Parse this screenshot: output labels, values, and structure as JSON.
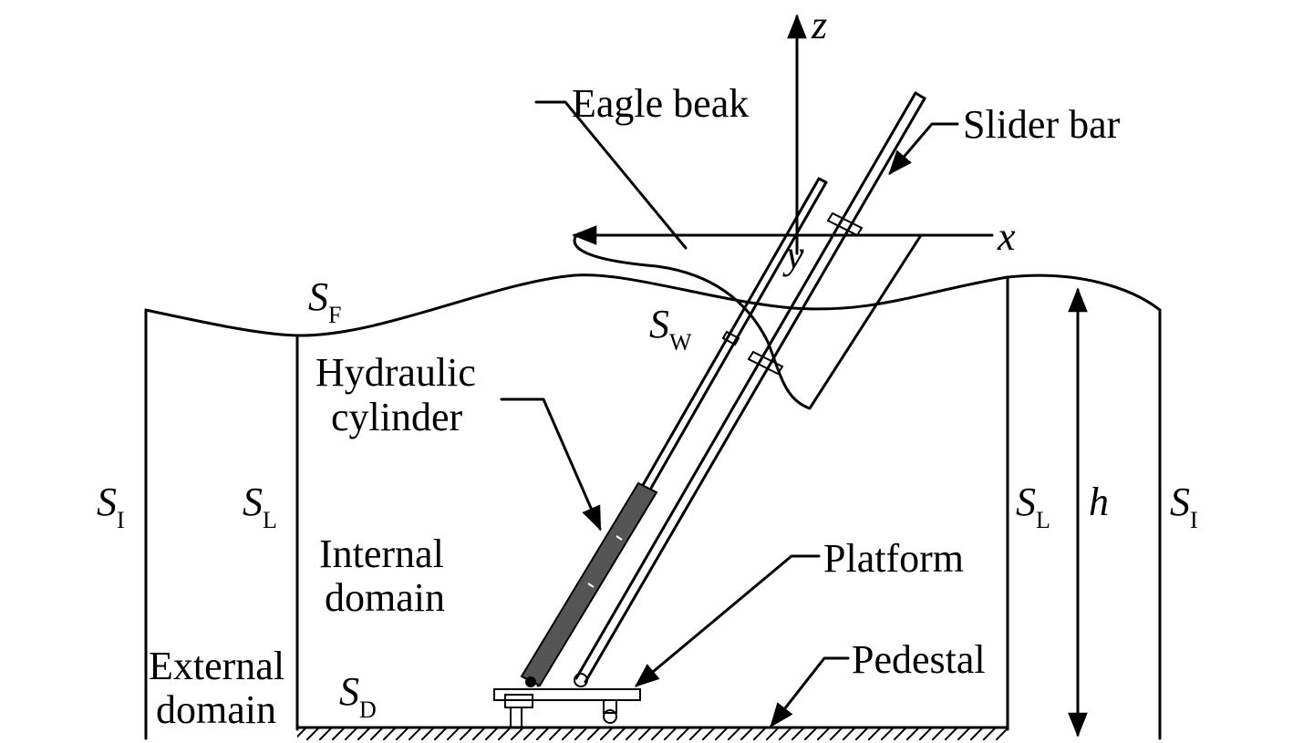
{
  "labels": {
    "eagle_beak": "Eagle beak",
    "slider_bar": "Slider bar",
    "hydraulic_line1": "Hydraulic",
    "hydraulic_line2": "cylinder",
    "internal_line1": "Internal",
    "internal_line2": "domain",
    "external_line1": "External",
    "external_line2": "domain",
    "platform": "Platform",
    "pedestal": "Pedestal"
  },
  "axes": {
    "z": "z",
    "x": "x",
    "y": "y"
  },
  "symbols": {
    "free_surface": {
      "base": "S",
      "sub": "F"
    },
    "wetted_surface": {
      "base": "S",
      "sub": "W"
    },
    "bottom": {
      "base": "S",
      "sub": "D"
    },
    "interface_left": {
      "base": "S",
      "sub": "I"
    },
    "interface_right": {
      "base": "S",
      "sub": "I"
    },
    "lateral_left": {
      "base": "S",
      "sub": "L"
    },
    "lateral_right": {
      "base": "S",
      "sub": "L"
    },
    "depth": "h"
  }
}
